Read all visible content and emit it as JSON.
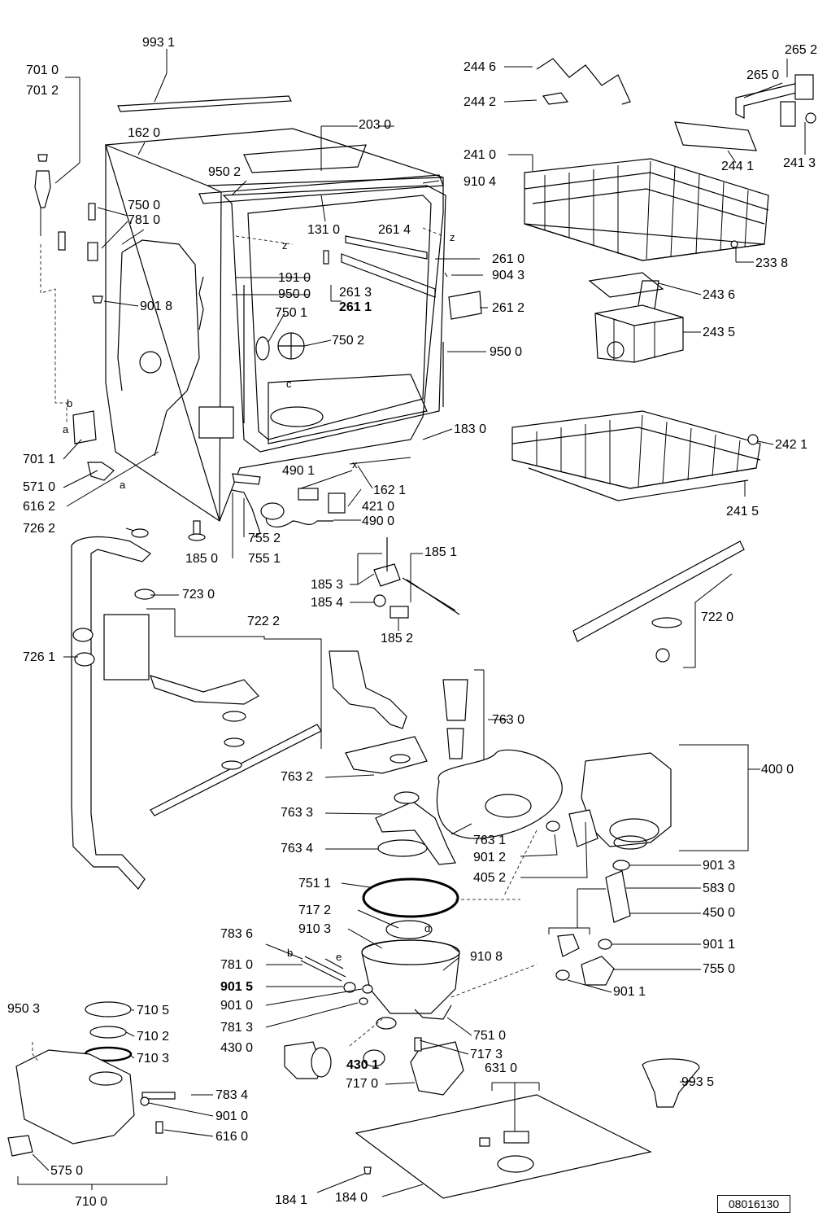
{
  "diagram_id": "08016130",
  "labels": {
    "l9931": "993 1",
    "l7010": "701 0",
    "l7012": "701 2",
    "l1620": "162 0",
    "l2030": "203 0",
    "l9502": "950 2",
    "l9104": "910 4",
    "l7500": "750 0",
    "l7810": "781 0",
    "l1310": "131 0",
    "l2614": "261 4",
    "l2610": "261 0",
    "l9043": "904 3",
    "l1910": "191 0",
    "l9500a": "950 0",
    "l2613": "261 3",
    "l2611": "261 1",
    "l2612": "261 2",
    "l9018": "901 8",
    "l7501": "750 1",
    "l7502": "750 2",
    "l9500b": "950 0",
    "l1830": "183 0",
    "l7011": "701 1",
    "l5710": "571 0",
    "l6162": "616 2",
    "l4901": "490 1",
    "l1621": "162 1",
    "l4210": "421 0",
    "l4900": "490 0",
    "l7262": "726 2",
    "l7552": "755 2",
    "l1850": "185 0",
    "l7551": "755 1",
    "l2446": "244 6",
    "l2652": "265 2",
    "l2650": "265 0",
    "l2442": "244 2",
    "l2410": "241 0",
    "l2441": "244 1",
    "l2413": "241 3",
    "l2338": "233 8",
    "l2436": "243 6",
    "l2435": "243 5",
    "l2421": "242 1",
    "l2415": "241 5",
    "l1851": "185 1",
    "l1853": "185 3",
    "l1854": "185 4",
    "l1852": "185 2",
    "l7230": "723 0",
    "l7222": "722 2",
    "l7261": "726 1",
    "l7220": "722 0",
    "l7630": "763 0",
    "l4000": "400 0",
    "l7632": "763 2",
    "l7633": "763 3",
    "l7631": "763 1",
    "l7634": "763 4",
    "l9012": "901 2",
    "l4052": "405 2",
    "l9013": "901 3",
    "l7511": "751 1",
    "l5830": "583 0",
    "l7172": "717 2",
    "l4500": "450 0",
    "l9103": "910 3",
    "l9108": "910 8",
    "l7836": "783 6",
    "l9011a": "901 1",
    "l7810b": "781 0",
    "l7550": "755 0",
    "l9015": "901 5",
    "l9011b": "901 1",
    "l9010": "901 0",
    "l7813": "781 3",
    "l7510": "751 0",
    "l9503": "950 3",
    "l7105": "710 5",
    "l4300": "430 0",
    "l7173": "717 3",
    "l7102": "710 2",
    "l4301": "430 1",
    "l6310": "631 0",
    "l7103": "710 3",
    "l7170": "717 0",
    "l9935": "993 5",
    "l7834": "783 4",
    "l9010b": "901 0",
    "l6160": "616 0",
    "l5750": "575 0",
    "l7100": "710 0",
    "l1841": "184 1",
    "l1840": "184 0"
  }
}
